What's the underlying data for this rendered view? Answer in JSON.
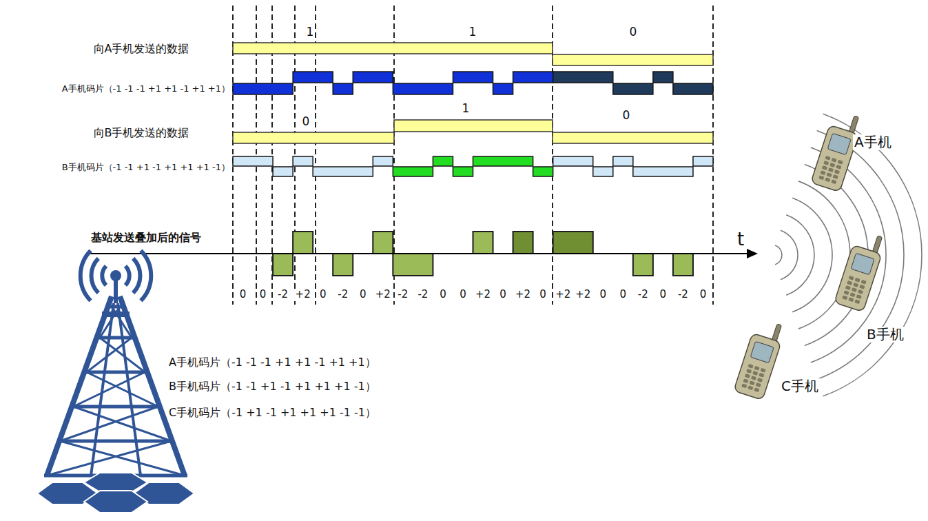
{
  "diagram": {
    "labels": [
      "向A手机发送的数据",
      "1",
      "1",
      "0",
      "A手机码片（-1 -1 -1 +1 +1 -1 +1 +1）",
      "向B手机发送的数据",
      "0",
      "1",
      "0",
      "B手机码片（-1 -1 +1 -1 +1 +1 +1 -1）",
      "基站发送叠加后的信号",
      "t",
      "0",
      "0",
      "-2",
      "+2",
      "0",
      "-2",
      "0",
      "+2",
      "-2",
      "-2",
      "0",
      "0",
      "+2",
      "0",
      "+2",
      "0",
      "+2",
      "+2",
      "0",
      "0",
      "-2",
      "0",
      "-2",
      "0",
      "A手机码片（-1 -1 -1 +1 +1 -1 +1 +1）",
      "B手机码片（-1 -1 +1 -1 +1 +1 +1 -1）",
      "C手机码片（-1 +1 -1 +1 +1 +1 -1 -1）",
      "A手机",
      "B手机",
      "C手机"
    ]
  }
}
